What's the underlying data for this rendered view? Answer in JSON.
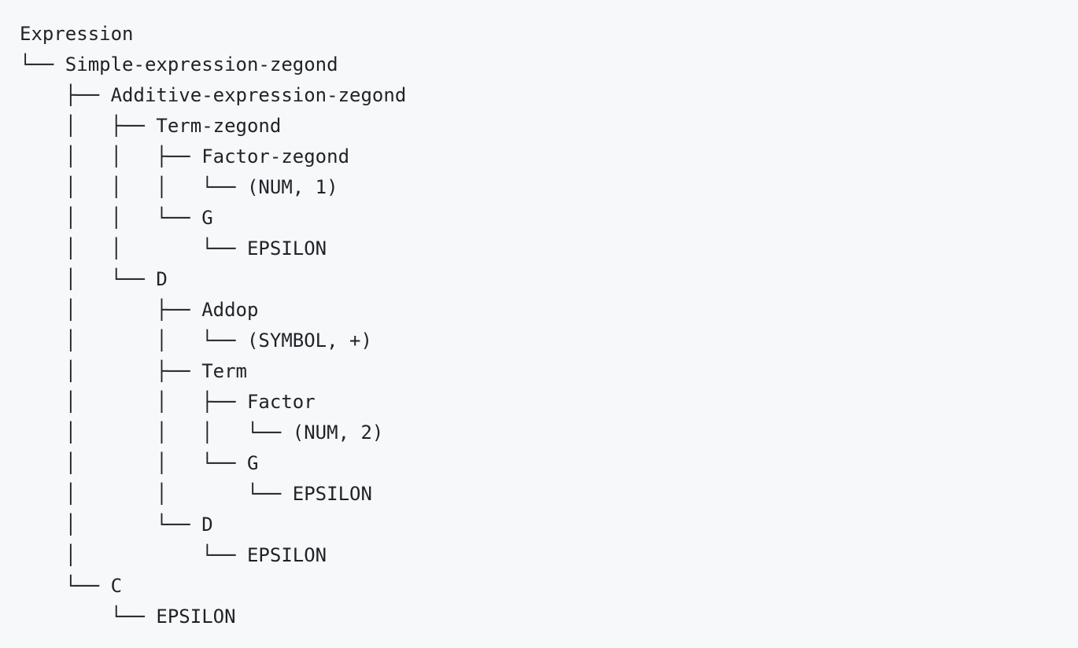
{
  "tree": {
    "lines": [
      {
        "prefix": "",
        "label": "Expression"
      },
      {
        "prefix": "└── ",
        "label": "Simple-expression-zegond"
      },
      {
        "prefix": "    ├── ",
        "label": "Additive-expression-zegond"
      },
      {
        "prefix": "    │   ├── ",
        "label": "Term-zegond"
      },
      {
        "prefix": "    │   │   ├── ",
        "label": "Factor-zegond"
      },
      {
        "prefix": "    │   │   │   └── ",
        "label": "(NUM, 1)"
      },
      {
        "prefix": "    │   │   └── ",
        "label": "G"
      },
      {
        "prefix": "    │   │       └── ",
        "label": "EPSILON"
      },
      {
        "prefix": "    │   └── ",
        "label": "D"
      },
      {
        "prefix": "    │       ├── ",
        "label": "Addop"
      },
      {
        "prefix": "    │       │   └── ",
        "label": "(SYMBOL, +)"
      },
      {
        "prefix": "    │       ├── ",
        "label": "Term"
      },
      {
        "prefix": "    │       │   ├── ",
        "label": "Factor"
      },
      {
        "prefix": "    │       │   │   └── ",
        "label": "(NUM, 2)"
      },
      {
        "prefix": "    │       │   └── ",
        "label": "G"
      },
      {
        "prefix": "    │       │       └── ",
        "label": "EPSILON"
      },
      {
        "prefix": "    │       └── ",
        "label": "D"
      },
      {
        "prefix": "    │           └── ",
        "label": "EPSILON"
      },
      {
        "prefix": "    └── ",
        "label": "C"
      },
      {
        "prefix": "        └── ",
        "label": "EPSILON"
      }
    ]
  }
}
